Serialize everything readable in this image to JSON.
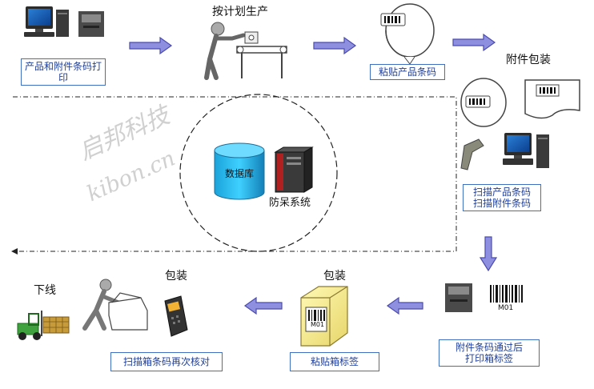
{
  "steps": {
    "print_label": "产品和附件条码打印",
    "produce": "按计划生产",
    "stick_product": "粘贴产品条码",
    "accessory_pack": "附件包装",
    "scan_label": "扫描产品条码\n扫描附件条码",
    "print_box": "附件条码通过后\n打印箱标签",
    "stick_box": "粘贴箱标签",
    "pack_1": "包装",
    "pack_2": "包装",
    "offline": "下线",
    "scan_box": "扫描箱条码再次核对"
  },
  "center": {
    "database": "数据库",
    "system": "防呆系统"
  },
  "codes": {
    "printer_code": "M01",
    "box_code": "M01"
  },
  "watermark": {
    "cn": "启邦科技",
    "en": "kibon.cn"
  },
  "colors": {
    "arrow_fill": "#8f8fe0",
    "arrow_stroke": "#4b4bb0",
    "label_border": "#3f6fc0",
    "label_text": "#1f3f9a"
  }
}
